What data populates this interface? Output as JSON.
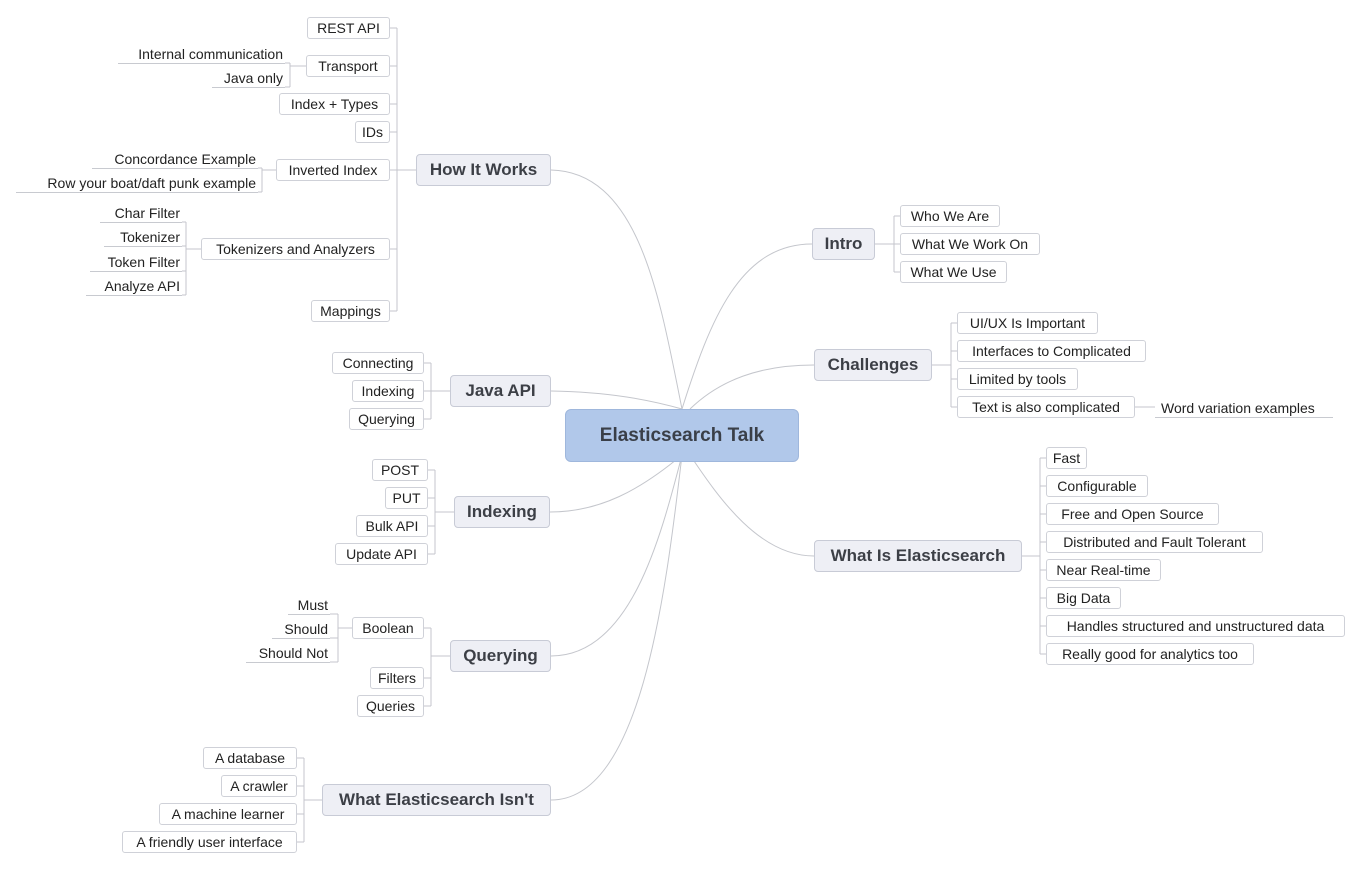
{
  "root": {
    "label": "Elasticsearch Talk"
  },
  "how_it_works": {
    "label": "How It Works",
    "rest_api": "REST API",
    "transport": {
      "label": "Transport",
      "children": [
        "Internal communication",
        "Java only"
      ]
    },
    "index_types": "Index + Types",
    "ids": "IDs",
    "inverted_index": {
      "label": "Inverted Index",
      "children": [
        "Concordance Example",
        "Row your boat/daft punk example"
      ]
    },
    "tokenizers": {
      "label": "Tokenizers and Analyzers",
      "children": [
        "Char Filter",
        "Tokenizer",
        "Token Filter",
        "Analyze API"
      ]
    },
    "mappings": "Mappings"
  },
  "java_api": {
    "label": "Java API",
    "children": [
      "Connecting",
      "Indexing",
      "Querying"
    ]
  },
  "indexing": {
    "label": "Indexing",
    "children": [
      "POST",
      "PUT",
      "Bulk API",
      "Update API"
    ]
  },
  "querying": {
    "label": "Querying",
    "boolean": {
      "label": "Boolean",
      "children": [
        "Must",
        "Should",
        "Should Not"
      ]
    },
    "filters": "Filters",
    "queries": "Queries"
  },
  "isnt": {
    "label": "What Elasticsearch Isn't",
    "children": [
      "A database",
      "A crawler",
      "A machine learner",
      "A friendly user interface"
    ]
  },
  "intro": {
    "label": "Intro",
    "children": [
      "Who We Are",
      "What We Work On",
      "What We Use"
    ]
  },
  "challenges": {
    "label": "Challenges",
    "children": [
      "UI/UX Is Important",
      "Interfaces to Complicated",
      "Limited by tools",
      "Text is also complicated"
    ],
    "text_child": "Word variation examples"
  },
  "what_is": {
    "label": "What Is Elasticsearch",
    "children": [
      "Fast",
      "Configurable",
      "Free and Open Source",
      "Distributed and Fault Tolerant",
      "Near Real-time",
      "Big Data",
      "Handles structured and unstructured data",
      "Really good for analytics too"
    ]
  },
  "colors": {
    "root_fill": "#b1c8ea",
    "main_fill": "#eeeff5",
    "line": "#c4c6cc"
  }
}
